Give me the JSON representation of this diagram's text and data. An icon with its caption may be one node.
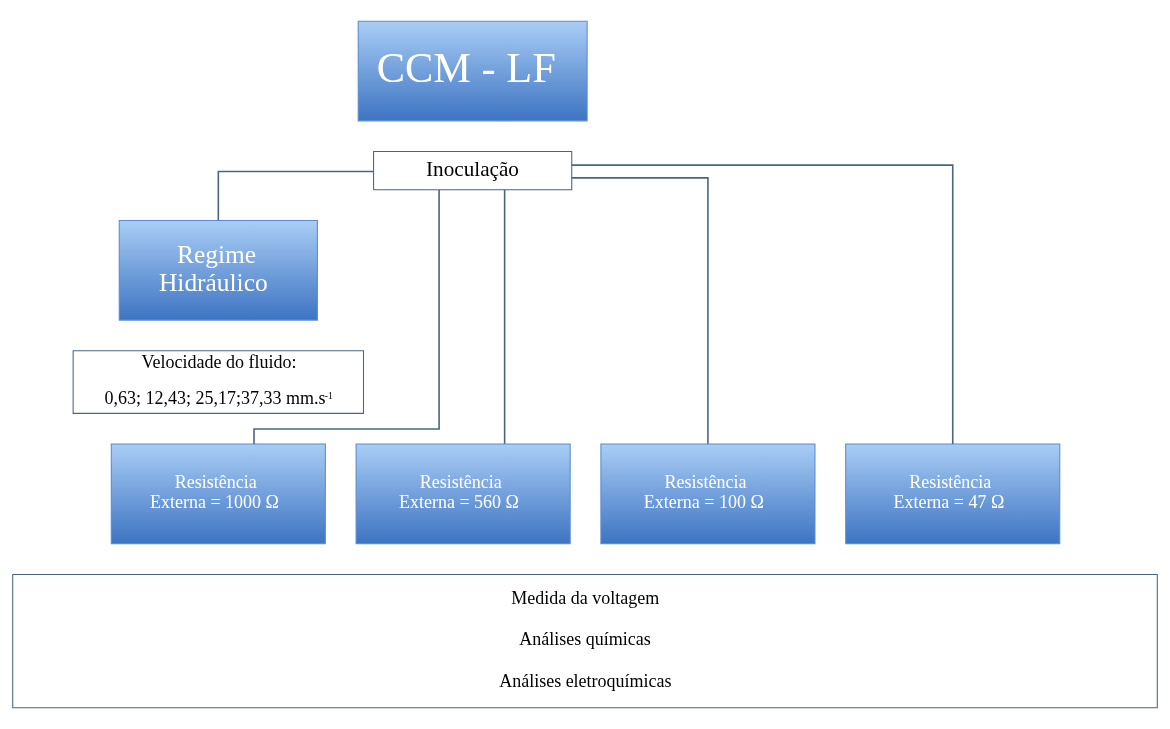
{
  "diagram": {
    "nodes": [
      {
        "text": [
          "CCM - LF"
        ]
      },
      {
        "text": [
          "Inoculação"
        ]
      },
      {
        "text": [
          "Regime Hidráulico"
        ]
      },
      {
        "text": [
          "Velocidade do fluido:",
          "0,63; 12,43; 25,17;37,33 mm.s$^{-1}$"
        ]
      },
      {
        "text": [
          "Resistência Externa = 1000 Ω"
        ]
      },
      {
        "text": [
          "Resistência Externa = 560 Ω"
        ]
      },
      {
        "text": [
          "Resistência Externa = 100 Ω"
        ]
      },
      {
        "text": [
          "Resistência Externa = 47 Ω"
        ]
      },
      {
        "text": [
          "Medida da voltagem",
          "Análises químicas",
          "Análises eletroquímicas"
        ]
      }
    ],
    "edges": [
      {
        "from": 1,
        "to": 2,
        "arrow": "none"
      },
      {
        "from": 1,
        "to": 4,
        "arrow": "none"
      },
      {
        "from": 1,
        "to": 5,
        "arrow": "none"
      },
      {
        "from": 1,
        "to": 6,
        "arrow": "none"
      },
      {
        "from": 1,
        "to": 7,
        "arrow": "none"
      }
    ]
  }
}
